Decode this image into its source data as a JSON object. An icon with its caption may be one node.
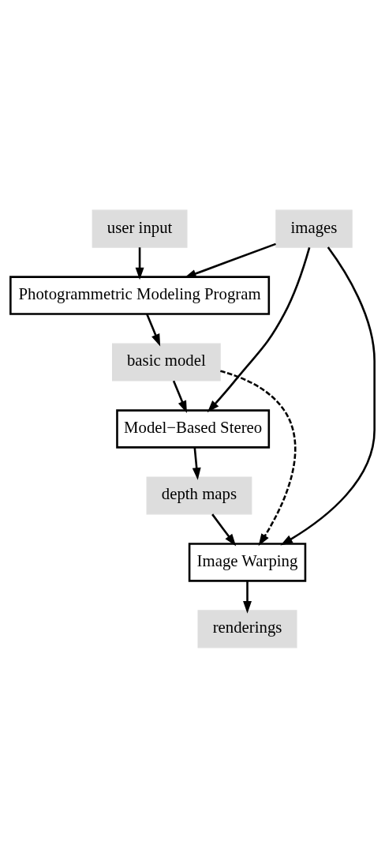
{
  "diagram": {
    "nodes": [
      {
        "text": [
          "images"
        ]
      },
      {
        "text": [
          "user input"
        ]
      },
      {
        "text": [
          "Photogrammetric Modeling Program"
        ]
      },
      {
        "text": [
          "basic model"
        ]
      },
      {
        "text": [
          "Model−Based Stereo"
        ]
      },
      {
        "text": [
          "depth maps"
        ]
      },
      {
        "text": [
          "Image Warping"
        ]
      },
      {
        "text": [
          "renderings"
        ]
      }
    ],
    "edges": [
      {
        "from": 0,
        "to": 2,
        "arrow": "to"
      },
      {
        "from": 1,
        "to": 2,
        "arrow": "to"
      },
      {
        "from": 2,
        "to": 3,
        "arrow": "to"
      },
      {
        "from": 0,
        "to": 4,
        "arrow": "to"
      },
      {
        "from": 3,
        "to": 4,
        "arrow": "to"
      },
      {
        "from": 4,
        "to": 5,
        "arrow": "to"
      },
      {
        "from": 0,
        "to": 6,
        "arrow": "to"
      },
      {
        "from": 5,
        "to": 6,
        "arrow": "to"
      },
      {
        "from": 3,
        "to": 6,
        "arrow": "to",
        "style": "dashed"
      },
      {
        "from": 6,
        "to": 7,
        "arrow": "to"
      }
    ]
  }
}
